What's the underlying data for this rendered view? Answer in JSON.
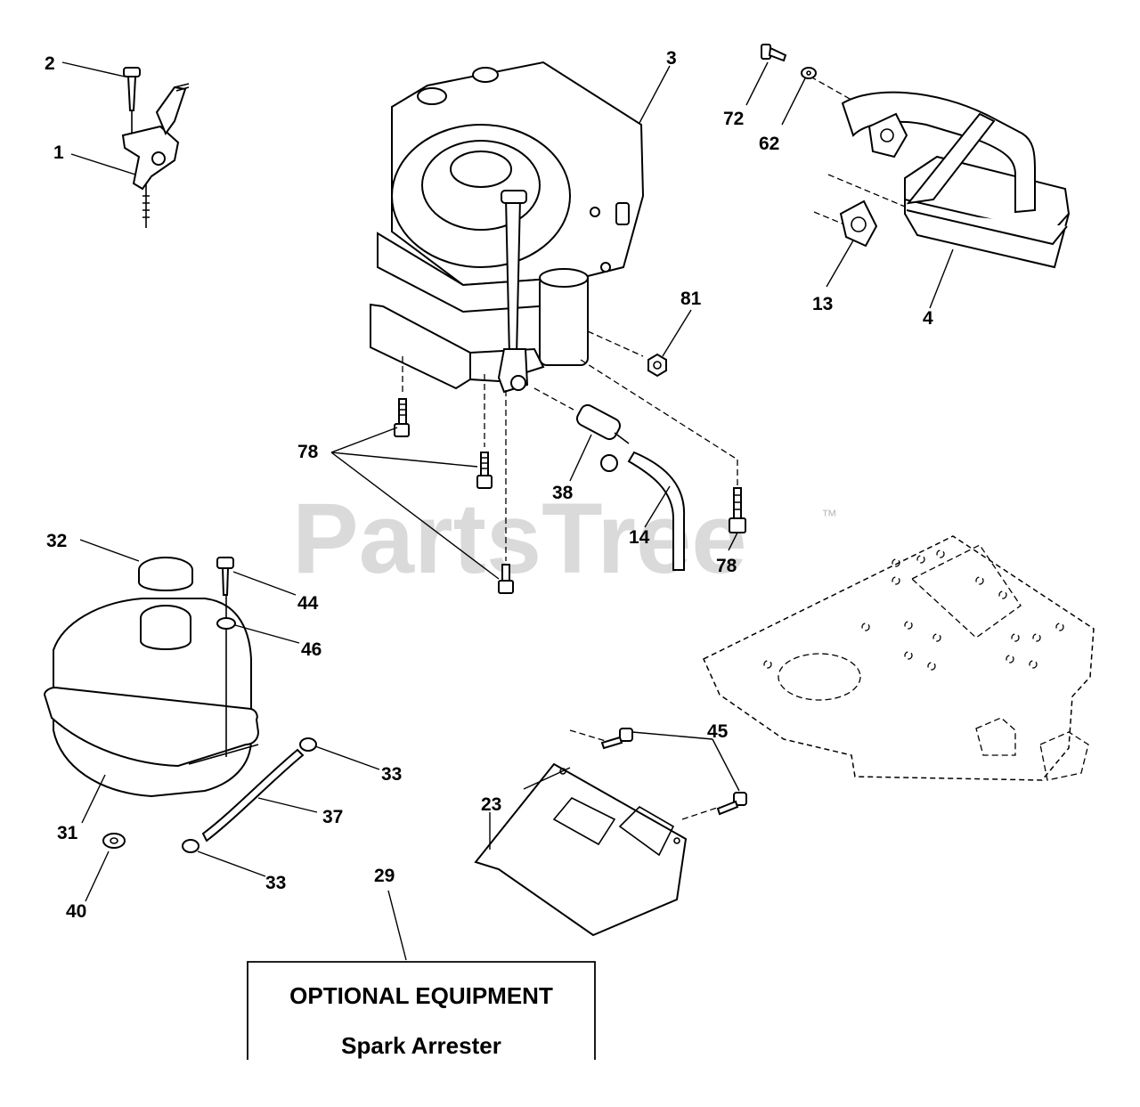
{
  "watermark": {
    "text": "PartsTree",
    "trademark": "™"
  },
  "callouts": [
    "1",
    "2",
    "3",
    "72",
    "62",
    "13",
    "4",
    "81",
    "78",
    "78",
    "78",
    "38",
    "14",
    "32",
    "44",
    "46",
    "31",
    "33",
    "37",
    "33",
    "40",
    "45",
    "23",
    "29"
  ],
  "optional_box": {
    "heading": "OPTIONAL EQUIPMENT",
    "item": "Spark Arrester"
  }
}
